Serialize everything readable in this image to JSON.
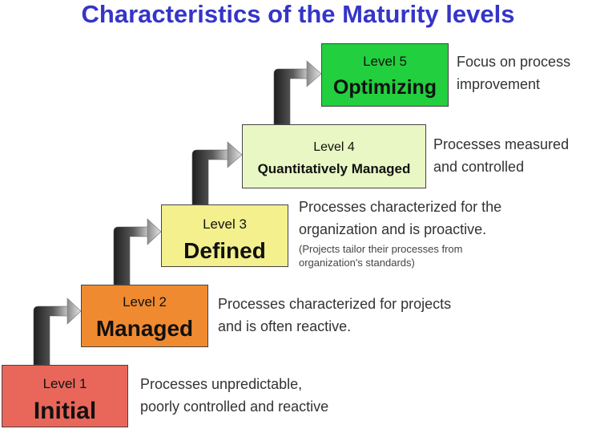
{
  "title": "Characteristics of the Maturity levels",
  "colors": {
    "title": "#3535c8",
    "level1": "#e8675a",
    "level2": "#f08a30",
    "level3": "#f3f08d",
    "level4": "#e9f7c4",
    "level5": "#22cf3e"
  },
  "levels": [
    {
      "label": "Level 1",
      "name": "Initial",
      "description": [
        "Processes unpredictable,",
        "poorly controlled and reactive"
      ]
    },
    {
      "label": "Level 2",
      "name": "Managed",
      "description": [
        "Processes characterized for projects",
        "and is often reactive."
      ]
    },
    {
      "label": "Level 3",
      "name": "Defined",
      "description": [
        "Processes characterized for the",
        "organization and is proactive."
      ],
      "note": [
        "(Projects tailor their processes from",
        "organization's standards)"
      ]
    },
    {
      "label": "Level 4",
      "name": "Quantitatively Managed",
      "description": [
        "Processes measured",
        "and controlled"
      ]
    },
    {
      "label": "Level 5",
      "name": "Optimizing",
      "description": [
        "Focus on process",
        "improvement"
      ]
    }
  ]
}
